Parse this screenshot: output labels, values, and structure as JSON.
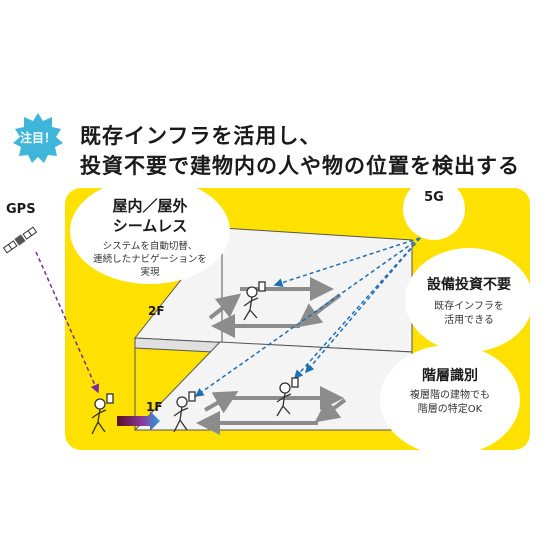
{
  "badge": {
    "label": "注目！",
    "color": "#3fb6d9"
  },
  "headline": {
    "line1": "既存インフラを活用し、",
    "line2": "投資不要で建物内の人や物の位置を検出する"
  },
  "gps": {
    "label": "GPS"
  },
  "bubbles": {
    "seamless": {
      "title": [
        "屋内／屋外",
        "シームレス"
      ],
      "desc": [
        "システムを自動切替、",
        "連続したナビゲーションを",
        "実現"
      ]
    },
    "fiveg": {
      "title": "5G"
    },
    "invest": {
      "title": "設備投資不要",
      "desc": [
        "既存インフラを",
        "活用できる"
      ]
    },
    "floor": {
      "title": "階層識別",
      "desc": [
        "複層階の建物でも",
        "階層の特定OK"
      ]
    }
  },
  "floors": {
    "upper": "2F",
    "lower": "1F"
  },
  "colors": {
    "accent_yellow": "#ffe100",
    "signal_blue": "#1f6fb2",
    "gps_purple": "#7a2aa0",
    "arrow_gray": "#8c8c8c"
  }
}
